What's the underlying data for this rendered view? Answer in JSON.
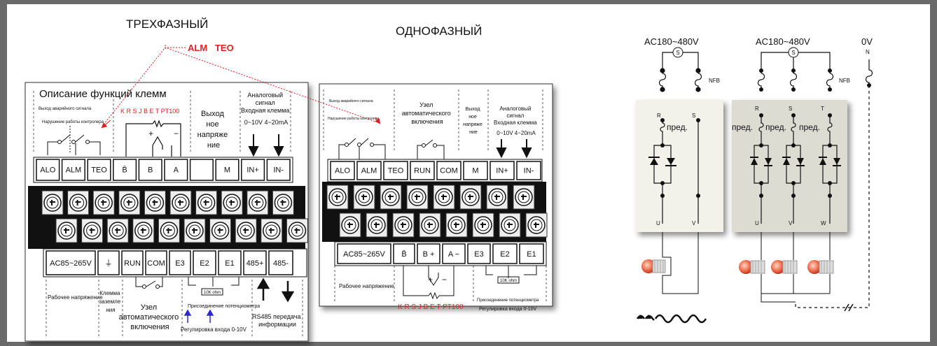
{
  "headers": {
    "three_phase": "ТРЕХФАЗНЫЙ",
    "single_phase": "ОДНОФАЗНЫЙ",
    "alm_teo": "ALM   TEO"
  },
  "three_phase_panel": {
    "title": "Описание функций клемм",
    "alarm_output": "Выход аварийного сигнала",
    "controller_fault": "Нарушение работы контролера",
    "thermocouple_types": "K R S J B E T PT100",
    "voltage_output": [
      "Выход",
      "ное",
      "напряже",
      "ние"
    ],
    "analog": [
      "Аналоговый",
      "сигнал",
      "Входная клемма",
      "0~10V  4~20mA"
    ],
    "top_terminals": [
      "ALO",
      "ALM",
      "TEO",
      "B̄",
      "B",
      "A",
      "",
      "M",
      "IN+",
      "IN-"
    ],
    "bottom_terminals": [
      "AC85~265V",
      "⏚",
      "RUN",
      "COM",
      "E3",
      "E2",
      "E1",
      "485+",
      "485-"
    ],
    "supply_voltage": "Рабочее напряжение",
    "ground": [
      "Клемма",
      "заземле",
      "ния"
    ],
    "auto_node": [
      "Узел",
      "автоматического",
      "включения"
    ],
    "resistor": "10K ohm",
    "pot_connection": "Присоединение потенциометра",
    "input_adjust": "Регулировка входа 0-10V",
    "rs485": [
      "RS485 передача",
      "информации"
    ]
  },
  "single_phase_panel": {
    "alarm_output": "Выход аварийного сигнала",
    "controller_fault": "Нарушение работы контролера",
    "auto_node": [
      "Узел",
      "автоматического",
      "включения"
    ],
    "voltage_output": [
      "Выход",
      "ное",
      "напряже",
      "ние"
    ],
    "analog": [
      "Аналоговый",
      "сигнал",
      "Входная клемма",
      "0~10V  4~20mA"
    ],
    "top_terminals": [
      "ALO",
      "ALM",
      "TEO",
      "RUN",
      "COM",
      "M",
      "IN+",
      "IN-"
    ],
    "bottom_terminals": [
      "AC85~265V",
      "B̄",
      "B +",
      "A −",
      "E3",
      "E2",
      "E1"
    ],
    "supply_voltage": "Рабочее напряжение",
    "resistor": "10K ohm",
    "pot_connection": "Присоединение потенциометра",
    "input_adjust": "Регулировка входа 0-10V",
    "thermocouple_types": "K R S J B E T PT100"
  },
  "wiring_single": {
    "supply": "AC180~480V",
    "nfb": "NFB",
    "fuse_label": "пред.",
    "inputs": [
      "R",
      "S"
    ],
    "outputs": [
      "U",
      "V"
    ]
  },
  "wiring_three": {
    "supply": "AC180~480V",
    "neutral_v": "0V",
    "neutral_n": "N",
    "nfb": "NFB",
    "fuse_label": "пред.",
    "inputs": [
      "R",
      "S",
      "T"
    ],
    "outputs": [
      "U",
      "V",
      "W"
    ]
  },
  "colors": {
    "accent_red": "#e02020",
    "arrow_blue": "#2a2ad0",
    "frame": "#6a6a6a",
    "scr_fill": "#f2f1ea",
    "scr_dark": "#dddcd3"
  }
}
